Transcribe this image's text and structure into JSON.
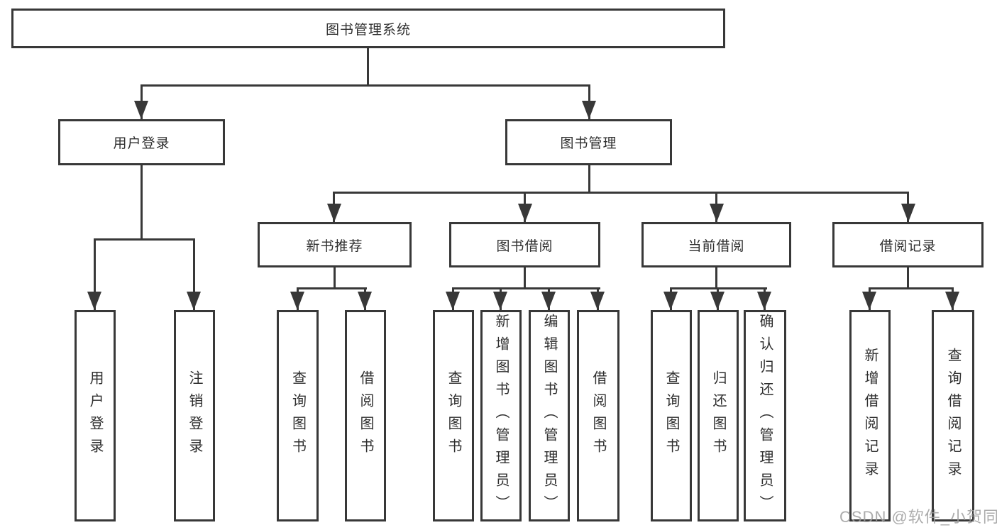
{
  "root": {
    "label": "图书管理系统"
  },
  "branches": [
    {
      "label": "用户登录",
      "leaves": [
        "用户登录",
        "注销登录"
      ]
    },
    {
      "label": "图书管理",
      "children": [
        {
          "label": "新书推荐",
          "leaves": [
            "查询图书",
            "借阅图书"
          ]
        },
        {
          "label": "图书借阅",
          "leaves": [
            "查询图书",
            "新增图书（管理员）",
            "编辑图书（管理员）",
            "借阅图书"
          ]
        },
        {
          "label": "当前借阅",
          "leaves": [
            "查询图书",
            "归还图书",
            "确认归还（管理员）"
          ]
        },
        {
          "label": "借阅记录",
          "leaves": [
            "新增借阅记录",
            "查询借阅记录"
          ]
        }
      ]
    }
  ],
  "watermark": {
    "text": "CSDN @软件_小贺同学"
  },
  "colors": {
    "line": "#383838",
    "node_text": "#2f2f2f",
    "watermark": "#9e9e9e",
    "background": "#ffffff"
  }
}
